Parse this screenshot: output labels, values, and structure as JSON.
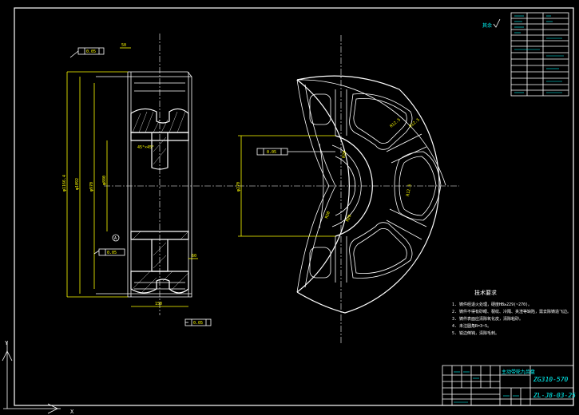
{
  "title_block": {
    "part_name": "主动带轮九齿盘",
    "drawing_no": "ZG310-570",
    "sheet_code": "ZL-J8-03-25"
  },
  "roughness_note": "其余",
  "tech_requirements": {
    "heading": "技术要求",
    "items": [
      "1. 铸件经退火处理，硬度HB≥229(~270)。",
      "2. 铸件不得有砂眼、裂纹、冷隔、夹渣等缺陷，需去除铸造飞边。",
      "3. 铸件表面应清除氧化皮，清除粘砂。",
      "4. 未注圆角R=3~5。",
      "5. 锐边倒钝，清除毛刺。"
    ]
  },
  "dimensions": {
    "d1": "φ1166.4",
    "d2": "φ1092",
    "d3": "φ970",
    "d4": "φ880",
    "d5": "φ270",
    "w_top": "50",
    "w_bottom": "150",
    "w_right": "60",
    "angle": "45°×45°",
    "datum": "A",
    "tol1": "0.05",
    "tol2": "0.05",
    "tol3": "0.05",
    "tol4": "0.05",
    "fillet1": "R12.5",
    "fillet2": "R20"
  }
}
